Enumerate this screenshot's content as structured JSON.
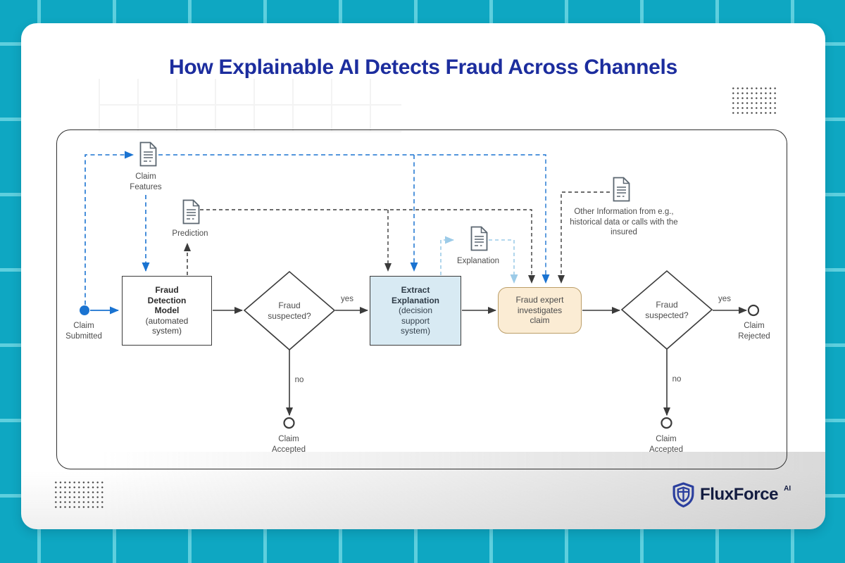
{
  "title": "How Explainable AI Detects Fraud Across Channels",
  "brand": {
    "name": "FluxForce",
    "suffix": "AI"
  },
  "colors": {
    "background_teal": "#0ea7c2",
    "grid_line": "#5ecfde",
    "title_navy": "#1c2d9e",
    "flow_line": "#3b3b3b",
    "accent_blue": "#1a73d1",
    "accent_light_blue": "#9ccbe8",
    "extract_box_fill": "#d8eaf3",
    "expert_box_fill": "#fbecd4",
    "expert_box_border": "#bb9e68",
    "logo_navy": "#2b3f9e"
  },
  "diagram": {
    "start": {
      "label": "Claim Submitted"
    },
    "docs": [
      {
        "id": "claim-features",
        "label": "Claim Features"
      },
      {
        "id": "prediction",
        "label": "Prediction"
      },
      {
        "id": "explanation",
        "label": "Explanation"
      },
      {
        "id": "other-information",
        "label": "Other Information from e.g., historical data or calls with the insured"
      }
    ],
    "nodes": {
      "fraud_model": {
        "title": "Fraud Detection Model",
        "subtitle": "(automated system)"
      },
      "decision_1": {
        "label": "Fraud suspected?"
      },
      "extract": {
        "title": "Extract Explanation",
        "subtitle": "(decision support system)"
      },
      "expert": {
        "label": "Fraud expert investigates claim"
      },
      "decision_2": {
        "label": "Fraud suspected?"
      }
    },
    "edge_labels": {
      "yes_1": "yes",
      "no_1": "no",
      "yes_2": "yes",
      "no_2": "no"
    },
    "ends": {
      "accepted_1": {
        "label": "Claim Accepted"
      },
      "rejected": {
        "label": "Claim Rejected"
      },
      "accepted_2": {
        "label": "Claim Accepted"
      }
    }
  }
}
